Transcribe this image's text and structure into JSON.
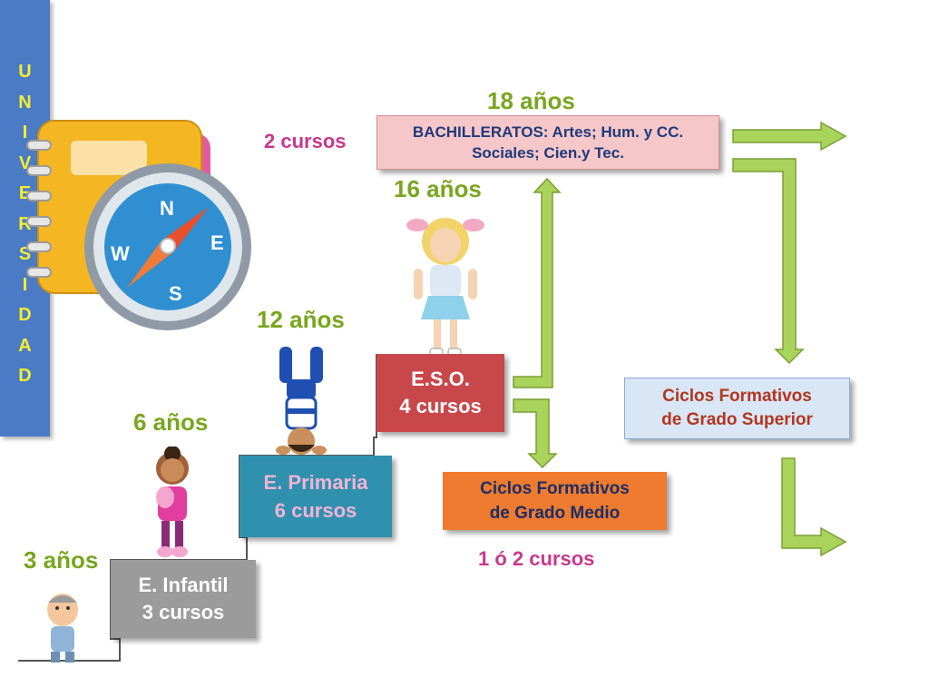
{
  "ages": {
    "a18": "18 años",
    "a16": "16 años",
    "a12": "12 años",
    "a6": "6 años",
    "a3": "3 años"
  },
  "notes": {
    "bach_duration": "2 cursos",
    "cfgm_duration": "1 ó 2 cursos"
  },
  "boxes": {
    "bachillerato": {
      "line1": "BACHILLERATOS: Artes; Hum. y CC.",
      "line2": "Sociales; Cien.y Tec."
    },
    "eso": {
      "line1": "E.S.O.",
      "line2": "4 cursos"
    },
    "cfgs": {
      "line1": "Ciclos Formativos",
      "line2": "de Grado Superior"
    },
    "cfgm": {
      "line1": "Ciclos Formativos",
      "line2": "de Grado Medio"
    },
    "primaria": {
      "line1": "E. Primaria",
      "line2": "6 cursos"
    },
    "infantil": {
      "line1": "E. Infantil",
      "line2": "3 cursos"
    }
  },
  "universidad": [
    "U",
    "N",
    "I",
    "V",
    "E",
    "R",
    "S",
    "I",
    "D",
    "A",
    "D"
  ],
  "colors": {
    "age_green": "#7aa51f",
    "note_magenta": "#c8388e",
    "arrow_green": "#9ccc45",
    "univ_blue": "#4a7bc4",
    "univ_letters": "#f4ee2e"
  },
  "icons": [
    "notebook-icon",
    "compass-icon",
    "toddler-figure-icon",
    "girl-doll-figure-icon",
    "handstand-boy-figure-icon",
    "teen-girl-figure-icon"
  ]
}
